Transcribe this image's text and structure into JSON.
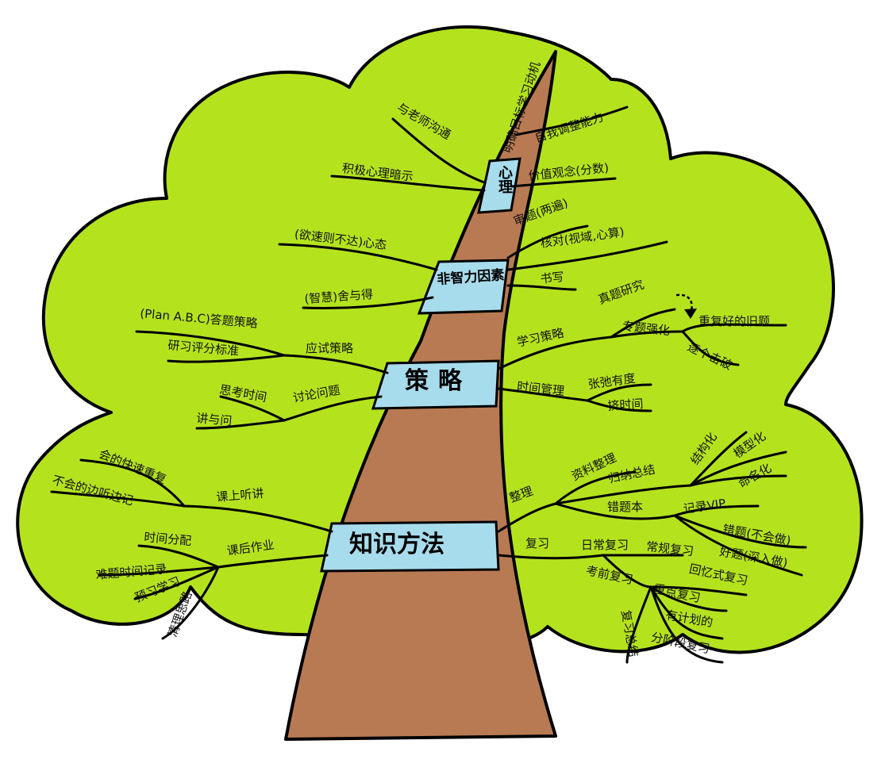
{
  "colors": {
    "canopy": "#b4e31e",
    "trunk": "#b87a52",
    "band": "#a7dcec",
    "outline": "#000000"
  },
  "sections": {
    "psychology": "心理",
    "effort": "非智力因素",
    "strategy": "策略",
    "knowledge": "知识方法"
  },
  "labels": {
    "teacher_comm": "与老师沟通",
    "goal_motivation": "明确目标学习动机",
    "self_adjust": "自我调整能力",
    "positive_suggest": "积极心理暗示",
    "values": "价值观念(分数)",
    "mindset": "(欲速则不达)心态",
    "read_question": "审题(两遍)",
    "verify": "核对(视域,心算)",
    "wisdom": "(智慧)舍与得",
    "writing": "书写",
    "plan_abc": "(Plan A.B.C)答题策略",
    "exam_study": "真题研究",
    "scoring": "研习评分标准",
    "exam_strategy": "应试策略",
    "learn_strategy": "学习策略",
    "topic_strengthen": "专题强化",
    "repeat_old": "重复好的旧题",
    "each_break": "逐个击破",
    "think_time": "思考时间",
    "discuss": "讨论问题",
    "time_mgmt": "时间管理",
    "relax": "张弛有度",
    "grab_time": "挤时间",
    "ask": "讲与问",
    "structured": "结构化",
    "modeling": "模型化",
    "fast_repeat": "会的快速重复",
    "material_org": "资料整理",
    "naming": "命名化",
    "not_know_note": "不会的边听边记",
    "induct": "归纳总结",
    "in_class": "课上听讲",
    "organize": "整理",
    "wrong_book": "错题本",
    "record_vip": "记录VIP",
    "wrong_not_know": "错题(不会做)",
    "good_deep": "好题(深入做)",
    "time_alloc": "时间分配",
    "homework": "课后作业",
    "review": "复习",
    "daily_review": "日常复习",
    "regular_review": "常规复习",
    "hard_record": "难题时间记录",
    "pre_exam": "考前复习",
    "memory_review": "回忆式复习",
    "preview": "预习学习",
    "key_review": "重点复习",
    "cleanup": "清理思路",
    "plan": "有计划的",
    "final_review": "复习总结",
    "stage_review": "分阶段复习"
  }
}
